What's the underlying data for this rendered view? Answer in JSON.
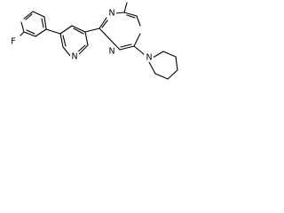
{
  "structure": {
    "name": "",
    "atoms": {
      "fluorine": "F",
      "pyridine_nitrogen": "N",
      "pyrimidine_nitrogen_top": "N",
      "pyrimidine_nitrogen_bottom": "N",
      "piperidine_nitrogen": "N"
    }
  },
  "colors": {
    "bond": "#000000",
    "label": "#000000",
    "background": "#ffffff"
  }
}
